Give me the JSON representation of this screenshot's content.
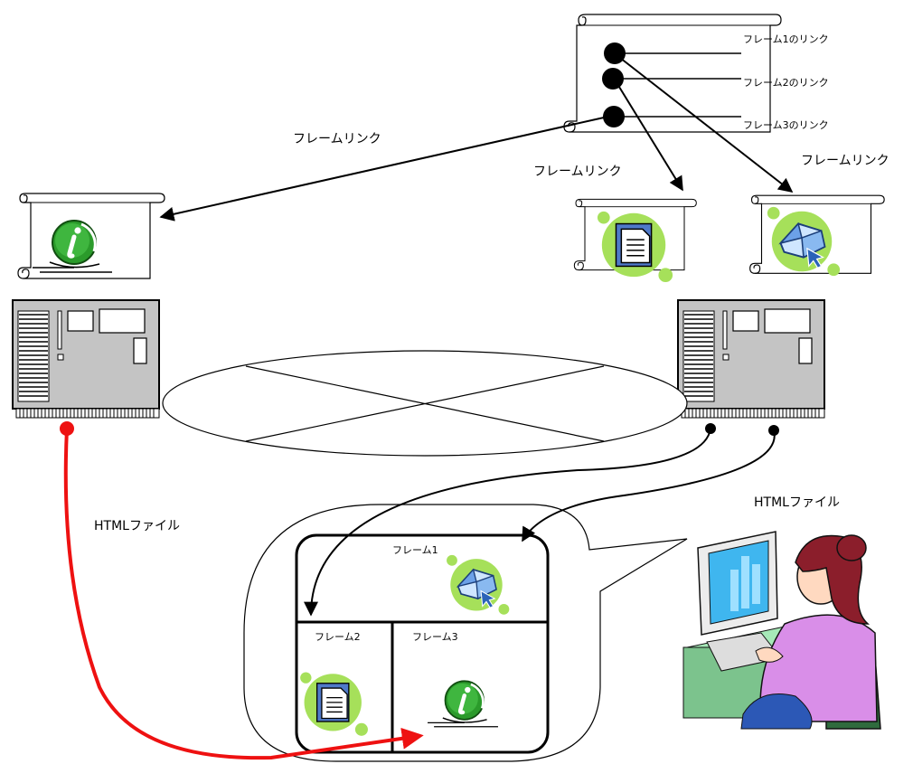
{
  "menu_page": {
    "link1": "フレーム1のリンク",
    "link2": "フレーム2のリンク",
    "link3": "フレーム3のリンク"
  },
  "labels": {
    "frame_link_left": "フレームリンク",
    "frame_link_mid": "フレームリンク",
    "frame_link_right": "フレームリンク",
    "html_file_left": "HTMLファイル",
    "html_file_right": "HTMLファイル"
  },
  "frameset": {
    "frame1": "フレーム1",
    "frame2": "フレーム2",
    "frame3": "フレーム3"
  },
  "icons": {
    "info": "info-icon",
    "document": "document-icon",
    "home": "home-icon"
  },
  "colors": {
    "html_arrow": "#ee1111",
    "icon_green_bg": "#a6e05a",
    "server_gray": "#c4c4c4",
    "doc_blue": "#4f79c8",
    "info_green": "#2b9b2b"
  }
}
